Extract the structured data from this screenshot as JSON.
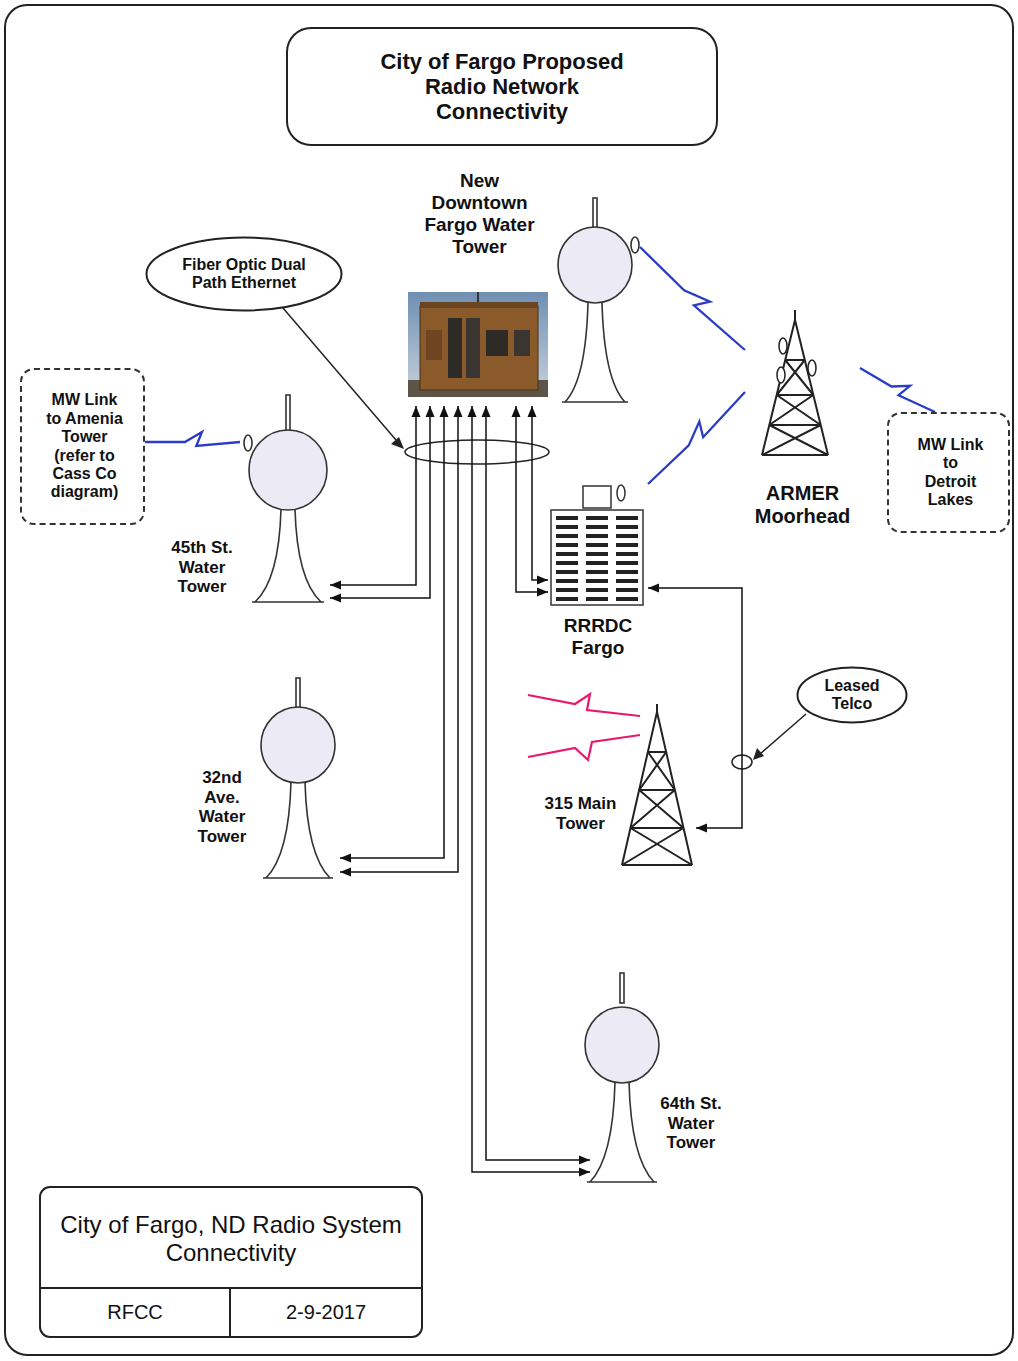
{
  "diagram": {
    "title": "City of Fargo Proposed Radio Network Connectivity",
    "caption": "City of Fargo, ND Radio System Connectivity",
    "nodes": [
      {
        "text": [
          "Fiber Optic Dual Path Ethernet"
        ]
      },
      {
        "text": [
          "New Downtown Fargo Water Tower"
        ]
      },
      {
        "text": [
          "MW Link to Amenia Tower (refer to Cass Co diagram)"
        ]
      },
      {
        "text": [
          "45th St. Water Tower"
        ]
      },
      {
        "text": [
          "ARMER Moorhead"
        ]
      },
      {
        "text": [
          "MW Link to Detroit Lakes"
        ]
      },
      {
        "text": [
          "RRRDC Fargo"
        ]
      },
      {
        "text": [
          "Leased Telco"
        ]
      },
      {
        "text": [
          "32nd Ave. Water Tower"
        ]
      },
      {
        "text": [
          "315 Main Tower"
        ]
      },
      {
        "text": [
          "64th St. Water Tower"
        ]
      }
    ],
    "edges": [
      {
        "from": 1,
        "to": 3,
        "arrow": "both"
      },
      {
        "from": 1,
        "to": 3,
        "arrow": "both"
      },
      {
        "from": 1,
        "to": 8,
        "arrow": "both"
      },
      {
        "from": 1,
        "to": 8,
        "arrow": "both"
      },
      {
        "from": 1,
        "to": 10,
        "arrow": "both"
      },
      {
        "from": 1,
        "to": 10,
        "arrow": "both"
      },
      {
        "from": 1,
        "to": 6,
        "arrow": "both"
      },
      {
        "from": 1,
        "to": 6,
        "arrow": "both"
      },
      {
        "from": 2,
        "to": 3,
        "arrow": "none"
      },
      {
        "from": 1,
        "to": 4,
        "arrow": "none"
      },
      {
        "from": 6,
        "to": 4,
        "arrow": "none"
      },
      {
        "from": 4,
        "to": 5,
        "arrow": "none"
      },
      {
        "from": 6,
        "to": 9,
        "arrow": "both"
      }
    ],
    "labels": [
      "RFCC",
      "2-9-2017"
    ]
  }
}
